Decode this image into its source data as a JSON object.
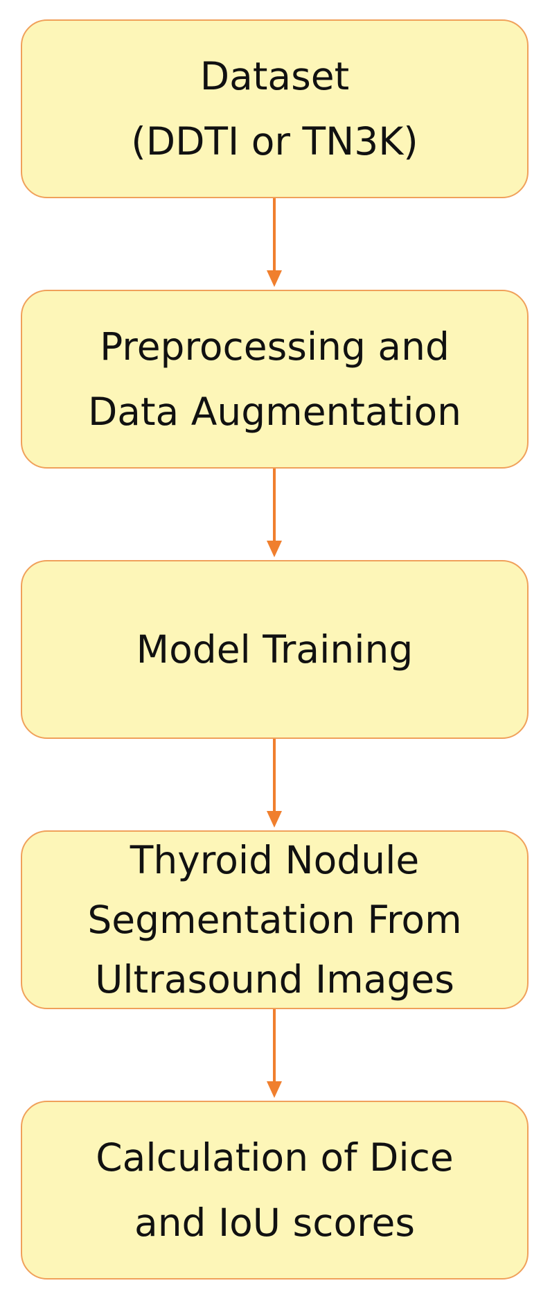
{
  "diagram": {
    "colors": {
      "box_fill": "#fdf6b8",
      "box_border": "#f0a05a",
      "arrow": "#f07f2e",
      "text": "#111111"
    },
    "steps": [
      {
        "lines": [
          "Dataset",
          "(DDTI or TN3K)"
        ]
      },
      {
        "lines": [
          "Preprocessing and",
          "Data Augmentation"
        ]
      },
      {
        "lines": [
          "Model Training"
        ]
      },
      {
        "lines": [
          "Thyroid Nodule",
          "Segmentation From",
          "Ultrasound Images"
        ]
      },
      {
        "lines": [
          "Calculation of Dice",
          "and IoU scores"
        ]
      }
    ]
  }
}
